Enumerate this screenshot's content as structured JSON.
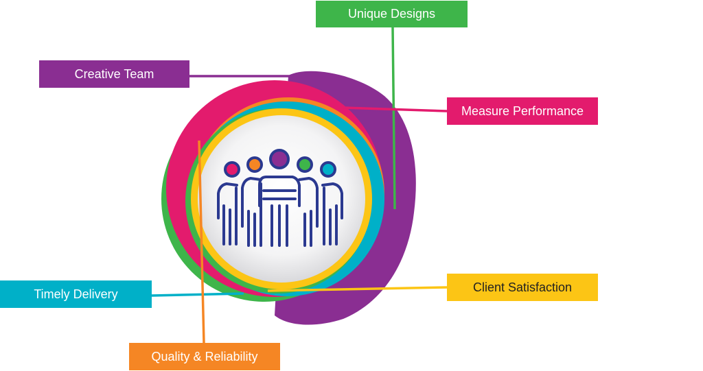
{
  "labels": {
    "creative_team": "Creative Team",
    "unique_designs": "Unique Designs",
    "measure_performance": "Measure Performance",
    "client_satisfaction": "Client Satisfaction",
    "timely_delivery": "Timely Delivery",
    "quality_reliability": "Quality & Reliability"
  },
  "colors": {
    "purple": "#8a2e92",
    "green": "#3eb54a",
    "pink": "#e31b6d",
    "yellow": "#fcc515",
    "cyan": "#00b0c8",
    "orange": "#f58624",
    "icon_navy": "#2b3990"
  },
  "icon": "team-people-icon"
}
